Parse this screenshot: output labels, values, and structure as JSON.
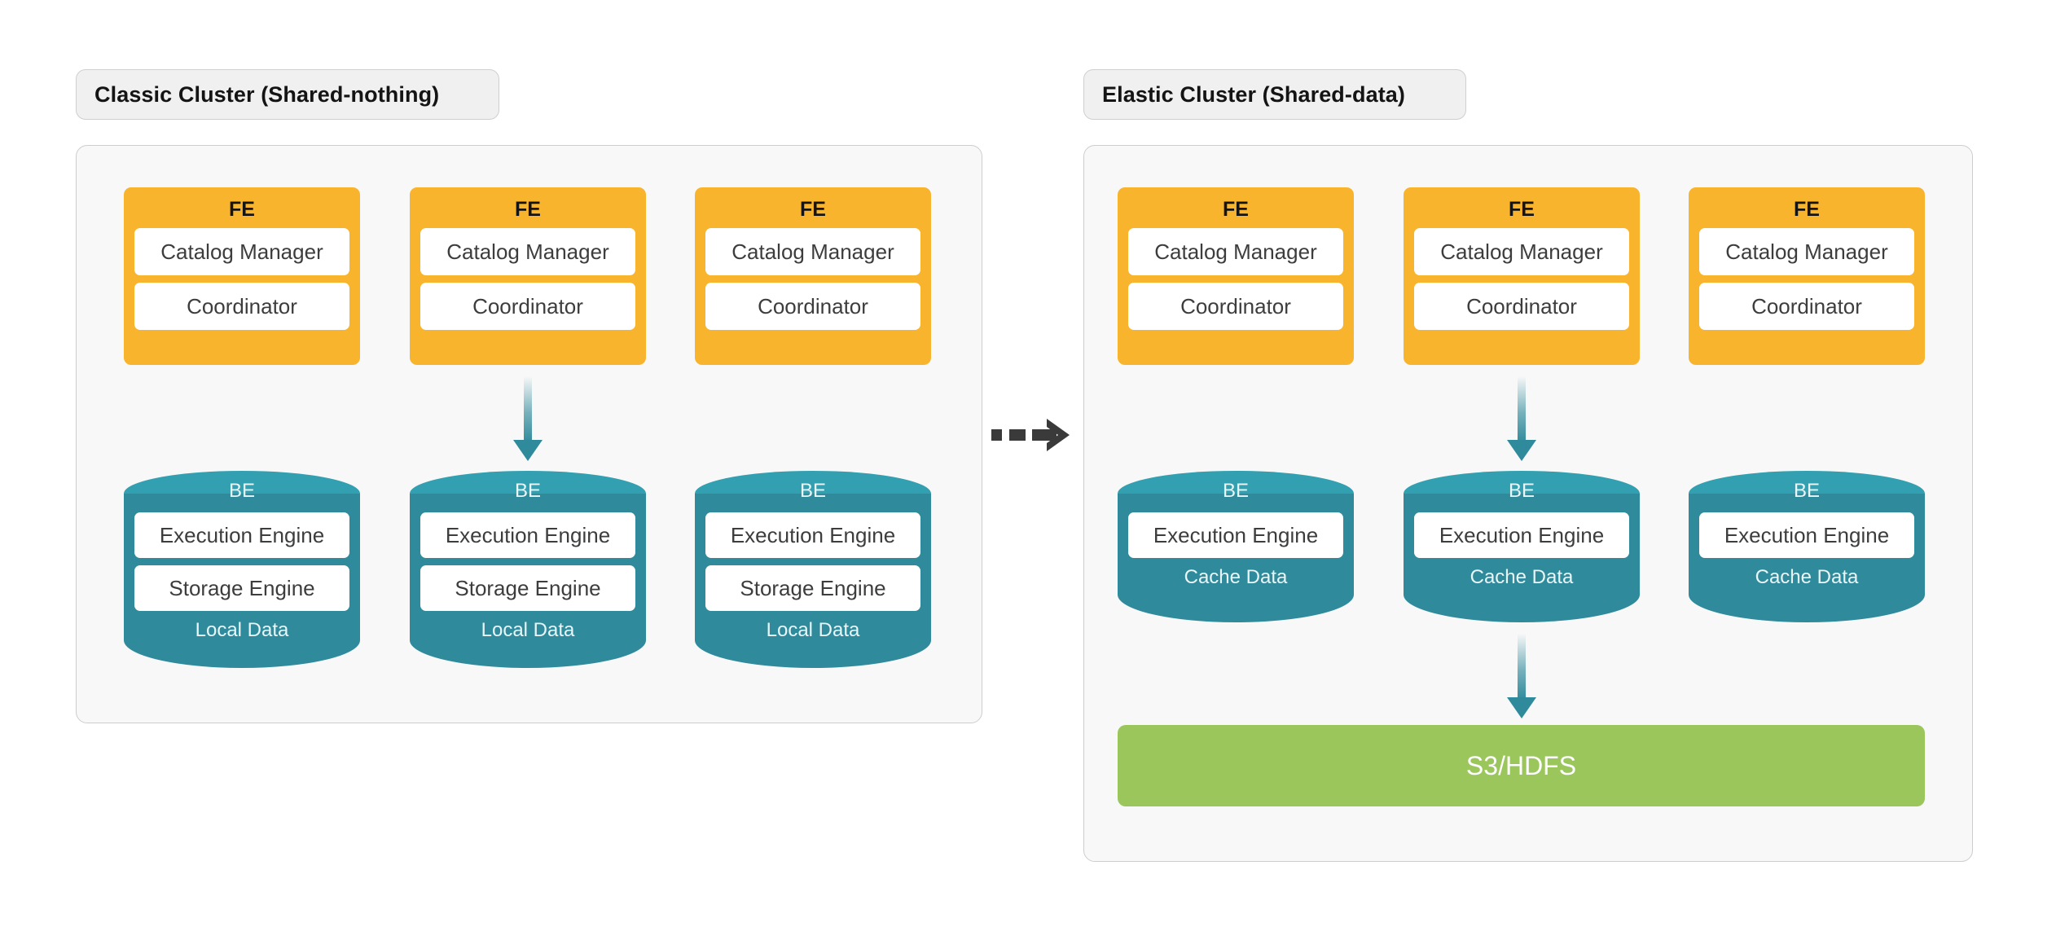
{
  "diagram": {
    "title_left": "Classic Cluster (Shared-nothing)",
    "title_right": "Elastic Cluster (Shared-data)",
    "colors": {
      "fe_orange": "#f9b42d",
      "be_teal_body": "#2f8a9b",
      "be_teal_top": "#33a0b1",
      "storage_green": "#9ac65c",
      "container_fill": "#f8f8f8",
      "container_border": "#cdcdcd",
      "badge_fill": "#f0f0f0",
      "transition_arrow": "#3a3a3a"
    }
  },
  "classic_cluster": {
    "title": "Classic Cluster (Shared-nothing)",
    "fe_nodes": [
      {
        "title": "FE",
        "slots": [
          "Catalog Manager",
          "Coordinator"
        ]
      },
      {
        "title": "FE",
        "slots": [
          "Catalog Manager",
          "Coordinator"
        ]
      },
      {
        "title": "FE",
        "slots": [
          "Catalog Manager",
          "Coordinator"
        ]
      }
    ],
    "be_nodes": [
      {
        "title": "BE",
        "slots": [
          "Execution Engine",
          "Storage Engine"
        ],
        "data_label": "Local Data"
      },
      {
        "title": "BE",
        "slots": [
          "Execution Engine",
          "Storage Engine"
        ],
        "data_label": "Local Data"
      },
      {
        "title": "BE",
        "slots": [
          "Execution Engine",
          "Storage Engine"
        ],
        "data_label": "Local Data"
      }
    ]
  },
  "elastic_cluster": {
    "title": "Elastic Cluster (Shared-data)",
    "fe_nodes": [
      {
        "title": "FE",
        "slots": [
          "Catalog Manager",
          "Coordinator"
        ]
      },
      {
        "title": "FE",
        "slots": [
          "Catalog Manager",
          "Coordinator"
        ]
      },
      {
        "title": "FE",
        "slots": [
          "Catalog Manager",
          "Coordinator"
        ]
      }
    ],
    "be_nodes": [
      {
        "title": "BE",
        "slots": [
          "Execution Engine"
        ],
        "data_label": "Cache Data"
      },
      {
        "title": "BE",
        "slots": [
          "Execution Engine"
        ],
        "data_label": "Cache Data"
      },
      {
        "title": "BE",
        "slots": [
          "Execution Engine"
        ],
        "data_label": "Cache Data"
      }
    ],
    "storage": {
      "label": "S3/HDFS"
    }
  }
}
